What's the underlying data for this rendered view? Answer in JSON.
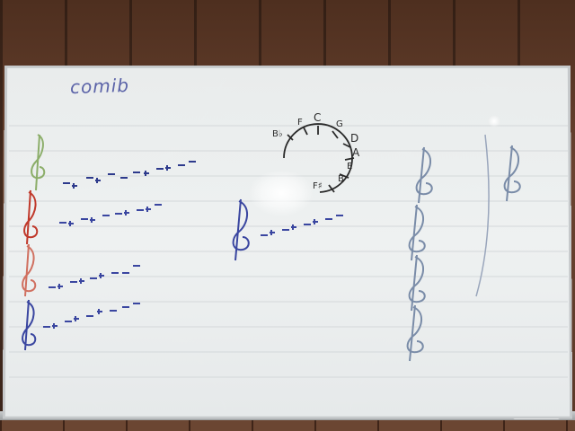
{
  "board": {
    "title": "comib"
  },
  "circle_of_fifths": {
    "labels": [
      "C",
      "G",
      "D",
      "A",
      "E",
      "B",
      "F♯",
      "F",
      "B♭"
    ]
  },
  "colors": {
    "wall": "#5a3826",
    "board": "#eceff0",
    "marker_blue": "#3a46a0",
    "marker_red": "#c0392b",
    "marker_black": "#2a2a2a",
    "marker_purple": "#6d4c9a"
  }
}
